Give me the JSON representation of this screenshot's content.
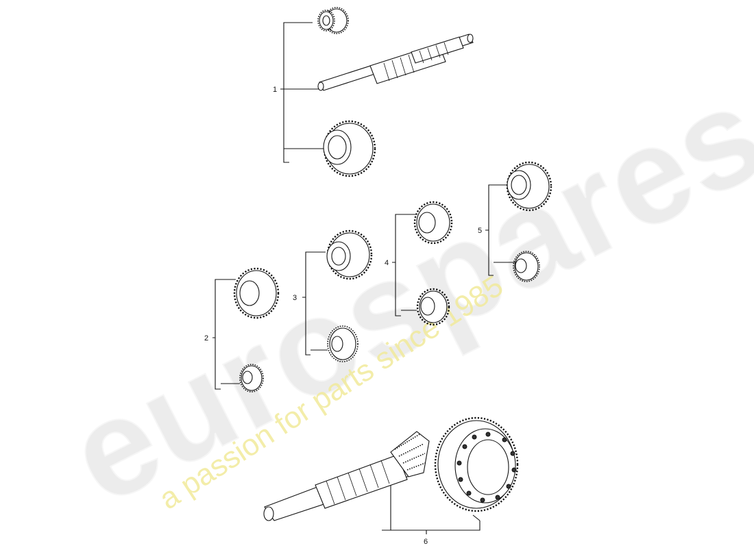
{
  "watermark": {
    "brand": "eurospares",
    "tagline": "a passion for parts since 1985"
  },
  "callouts": {
    "c1": "1",
    "c2": "2",
    "c3": "3",
    "c4": "4",
    "c5": "5",
    "c6": "6"
  },
  "colors": {
    "line": "#111111",
    "watermark_brand": "#ececec",
    "watermark_tagline": "#f1ea9b"
  }
}
